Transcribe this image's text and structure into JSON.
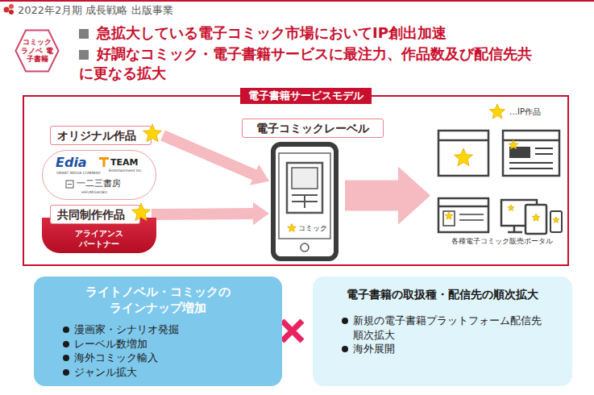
{
  "diagram": {
    "title": "2022年2月期 成長戦略 出版事業",
    "nodes": [
      {
        "text": [
          "コミック ラノベ 電子書籍"
        ]
      },
      {
        "text": [
          "電子書籍サービスモデル"
        ]
      },
      {
        "text": [
          "オリジナル作品"
        ],
        "in": 1
      },
      {
        "text": [
          "Edia",
          "SMART MEDIA COMPANY",
          "TEAM",
          "Entertainment Inc.",
          "一二三書房",
          "HIFUMISHOBO"
        ],
        "in": 1
      },
      {
        "text": [
          "共同制作作品"
        ],
        "in": 1
      },
      {
        "text": [
          "アライアンス パートナー"
        ],
        "in": 1
      },
      {
        "text": [
          "電子コミックレーベル"
        ],
        "in": 1
      },
      {
        "text": [
          "コミック"
        ],
        "in": 1
      },
      {
        "text": [
          "各種電子コミック販売ポータル"
        ],
        "in": 1
      },
      {
        "text": [
          "ライトノベル・コミックの ラインナップ増加",
          "漫画家・シナリオ発掘",
          "レーベル数増加",
          "海外コミック輸入",
          "ジャンル拡大"
        ]
      },
      {
        "text": [
          "電子書籍の取扱種・配信先の順次拡大",
          "新規の電子書籍プラットフォーム配信先 順次拡大",
          "海外展開"
        ]
      }
    ],
    "edges": [
      {
        "from": 2,
        "to": 7,
        "arrow": "to"
      },
      {
        "from": 4,
        "to": 7,
        "arrow": "to"
      },
      {
        "from": 7,
        "to": 8,
        "arrow": "to"
      }
    ],
    "labels": [
      "急拡大している電子コミック市場においてIP創出加速",
      "好調なコミック・電子書籍サービスに最注力、作品数及び配信先共に更なる拡大"
    ],
    "legend": [
      {
        "text": "…IP作品"
      }
    ]
  }
}
